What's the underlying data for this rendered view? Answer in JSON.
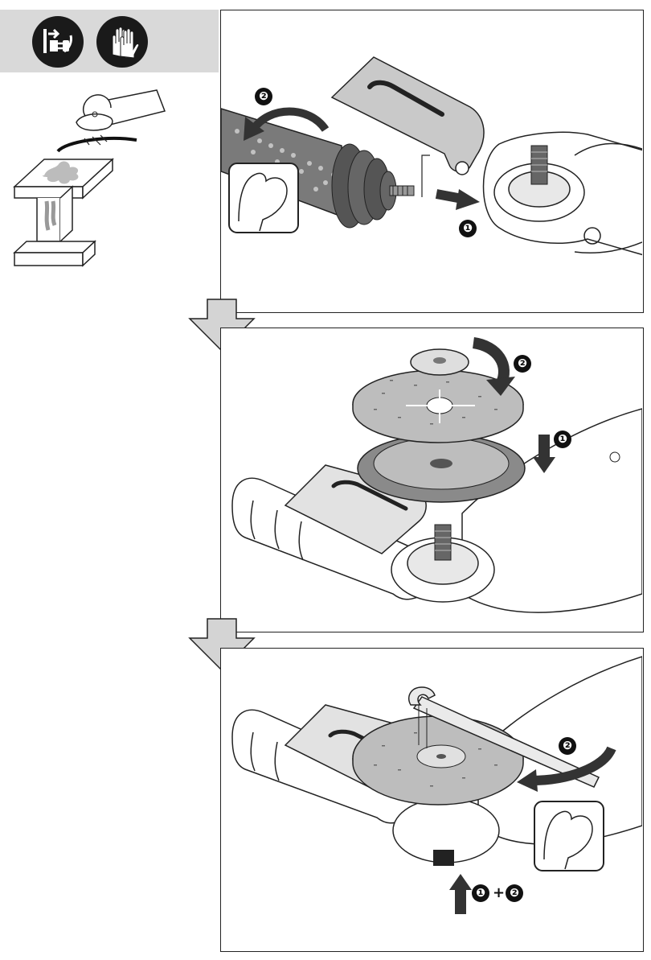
{
  "ppe": {
    "icons": [
      "unplug-icon",
      "gloves-icon"
    ]
  },
  "callouts": {
    "panel1": [
      "❶",
      "❷"
    ],
    "panel2": [
      "❶",
      "❷"
    ],
    "panel3": [
      "❶",
      "❷"
    ],
    "plus": "+"
  },
  "colors": {
    "line": "#222222",
    "grey_fill": "#d9d9d9",
    "arrow_grey": "#d4d4d4",
    "black": "#111111"
  }
}
